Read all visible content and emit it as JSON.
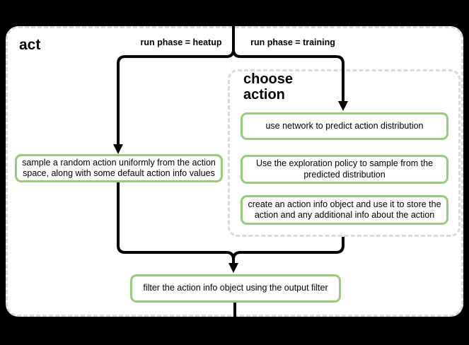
{
  "panel": {
    "title": "act"
  },
  "edges": {
    "heatup_label": "run phase = heatup",
    "training_label": "run phase = training"
  },
  "group": {
    "title": "choose action",
    "nodes": [
      {
        "label": "use network to predict action distribution"
      },
      {
        "label": "Use the exploration policy to sample from the predicted distribution"
      },
      {
        "label": "create an action info object and use it to store the action and any additional info about the action"
      }
    ]
  },
  "nodes": {
    "sample": {
      "label": "sample a random action uniformly from the action space, along with some default action info values"
    },
    "filter": {
      "label": "filter the action info object using the output filter"
    }
  },
  "colors": {
    "canvas_background": "#000000",
    "panel_background": "#ffffff",
    "dashed_border": "#d9d9d9",
    "node_border": "#97ca7b",
    "flow_line": "#000000",
    "text": "#000000"
  }
}
